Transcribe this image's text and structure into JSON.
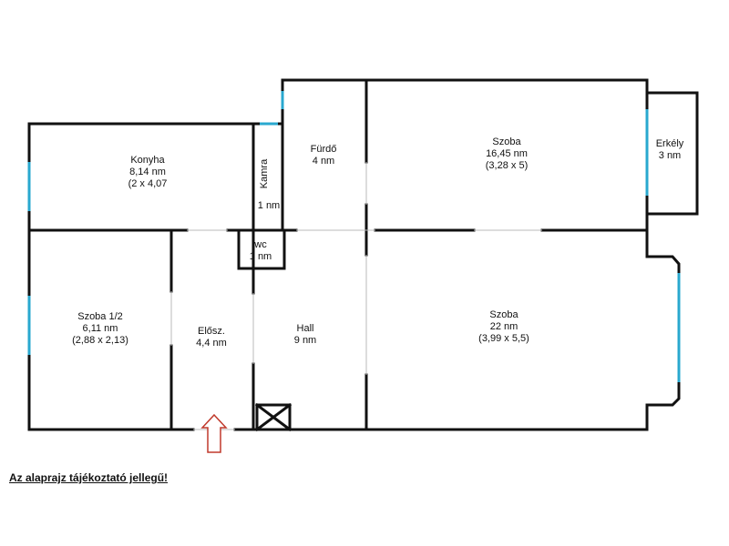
{
  "rooms": {
    "konyha": {
      "name": "Konyha",
      "area": "8,14 nm",
      "dims": "(2 x 4,07"
    },
    "kamra": {
      "name": "Kamra",
      "area": "1 nm"
    },
    "furdo": {
      "name": "Fürdő",
      "area": "4 nm"
    },
    "szoba_top": {
      "name": "Szoba",
      "area": "16,45 nm",
      "dims": "(3,28 x 5)"
    },
    "erkely": {
      "name": "Erkély",
      "area": "3 nm"
    },
    "wc": {
      "name": "wc",
      "area": "1 nm"
    },
    "szoba_half": {
      "name": "Szoba 1/2",
      "area": "6,11 nm",
      "dims": "(2,88 x 2,13)"
    },
    "eloszoba": {
      "name": "Elősz.",
      "area": "4,4 nm"
    },
    "hall": {
      "name": "Hall",
      "area": "9 nm"
    },
    "szoba_bottom": {
      "name": "Szoba",
      "area": "22 nm",
      "dims": "(3,99 x 5,5)"
    }
  },
  "disclaimer": "Az alaprajz tájékoztató jellegű!",
  "colors": {
    "wall": "#111111",
    "window": "#29a8cf",
    "arrow": "#c0392b",
    "thin_wall": "#999999"
  },
  "icons": {
    "entrance": "entrance-arrow-icon",
    "shaft": "shaft-x-icon"
  }
}
